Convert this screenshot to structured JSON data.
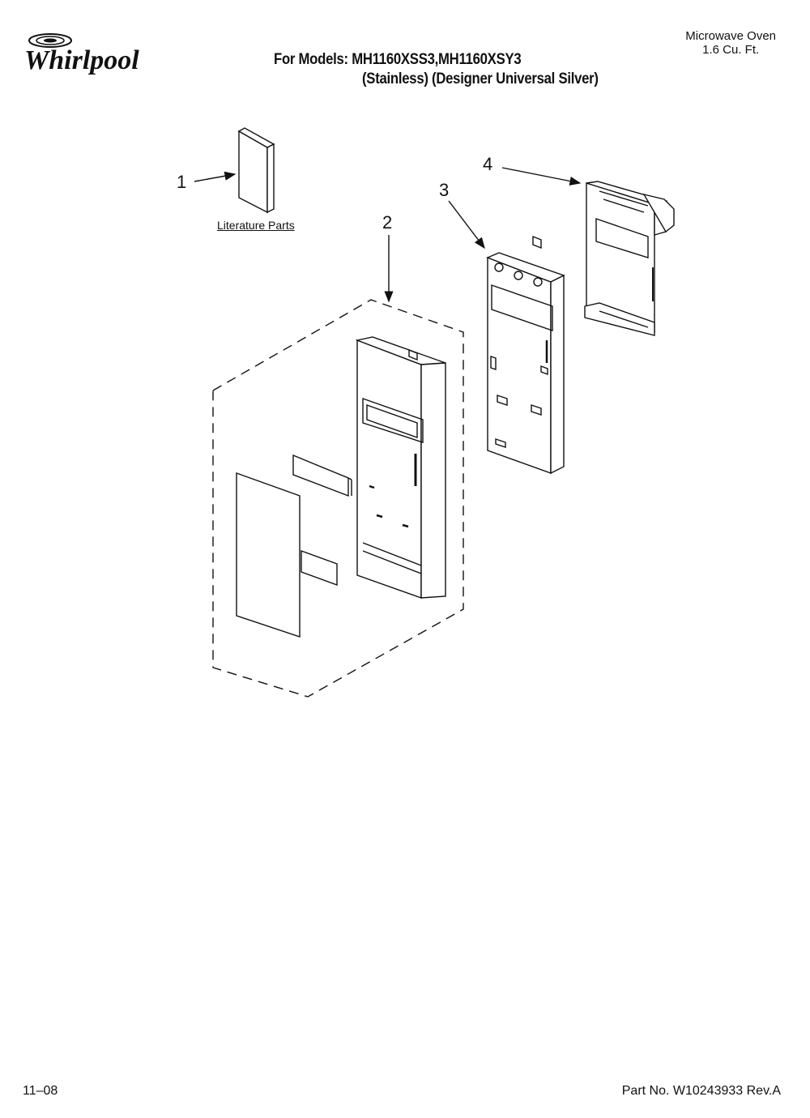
{
  "brand": {
    "logo_text": "Whirlpool"
  },
  "header": {
    "models_line": "For Models: MH1160XSS3,MH1160XSY3",
    "variants_line": "(Stainless) (Designer Universal Silver)",
    "product_line1": "Microwave Oven",
    "product_line2": "1.6 Cu. Ft."
  },
  "diagram": {
    "literature_label": "Literature Parts",
    "callouts": [
      "1",
      "2",
      "3",
      "4"
    ]
  },
  "footer": {
    "date_code": "11–08",
    "part_number": "Part No. W10243933 Rev.A"
  }
}
